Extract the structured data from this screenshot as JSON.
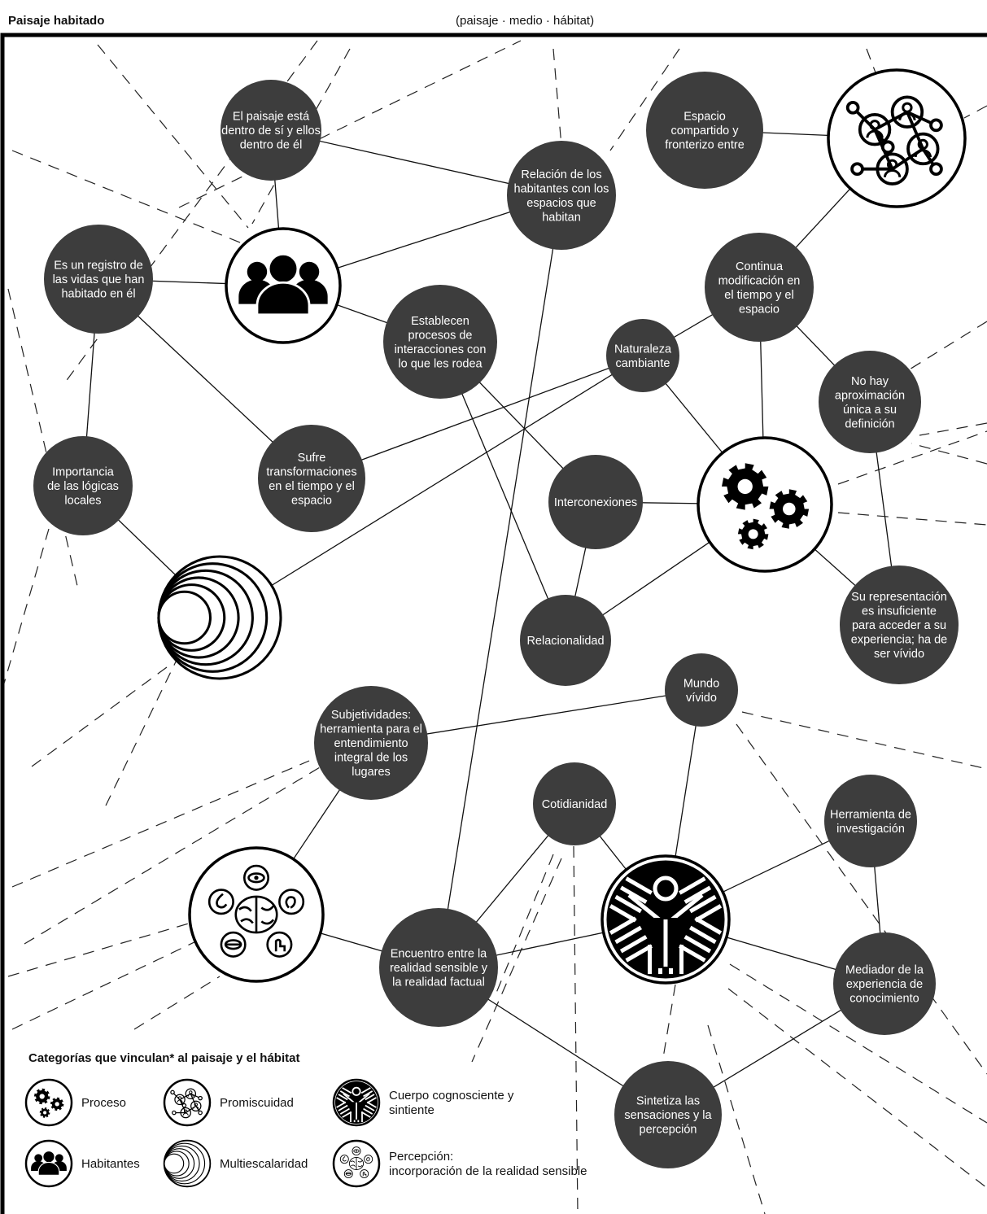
{
  "header": {
    "title": "Paisaje habitado",
    "subtitle": "(paisaje · medio · hábitat)"
  },
  "concepts": [
    {
      "id": "paisaje_dentro",
      "text": "El paisaje está dentro de sí y ellos dentro de él"
    },
    {
      "id": "relacion_habitantes",
      "text": "Relación de los habitantes con los espacios que habitan"
    },
    {
      "id": "espacio_compartido",
      "text": "Espacio compartido y fronterizo entre"
    },
    {
      "id": "registro_vidas",
      "text": "Es un registro de las vidas que han habitado en él"
    },
    {
      "id": "establecen",
      "text": "Establecen procesos de interacciones con lo que les rodea"
    },
    {
      "id": "continua",
      "text": "Continua modificación en el tiempo y el espacio"
    },
    {
      "id": "naturaleza",
      "text": "Naturaleza cambiante"
    },
    {
      "id": "no_hay",
      "text": "No hay aproximación única a su definición"
    },
    {
      "id": "importancia",
      "text": "Importancia de las lógicas locales"
    },
    {
      "id": "sufre",
      "text": "Sufre transformaciones en el tiempo y el espacio"
    },
    {
      "id": "interconexiones",
      "text": "Interconexiones"
    },
    {
      "id": "relacionalidad",
      "text": "Relacionalidad"
    },
    {
      "id": "su_representacion",
      "text": "Su representación es insuficiente para acceder a su experiencia; ha de ser vívido"
    },
    {
      "id": "mundo_vivido",
      "text": "Mundo vívido"
    },
    {
      "id": "subjetividades",
      "text": "Subjetividades: herramienta para el entendimiento integral de los lugares"
    },
    {
      "id": "cotidianidad",
      "text": "Cotidianidad"
    },
    {
      "id": "herramienta",
      "text": "Herramienta de investigación"
    },
    {
      "id": "encuentro",
      "text": "Encuentro entre la realidad sensible y la realidad factual"
    },
    {
      "id": "mediador",
      "text": "Mediador de la experiencia de conocimiento"
    },
    {
      "id": "sintetiza",
      "text": "Sintetiza las sensaciones y la percepción"
    }
  ],
  "category_nodes": [
    {
      "id": "habitantes",
      "icon": "people-icon"
    },
    {
      "id": "promiscuidad",
      "icon": "network-people-icon"
    },
    {
      "id": "proceso",
      "icon": "gears-icon"
    },
    {
      "id": "multiescalaridad",
      "icon": "concentric-circles-icon"
    },
    {
      "id": "percepcion",
      "icon": "senses-brain-icon"
    },
    {
      "id": "cuerpo",
      "icon": "cognizant-body-icon"
    }
  ],
  "edges": [
    [
      "paisaje_dentro",
      "habitantes"
    ],
    [
      "paisaje_dentro",
      "relacion_habitantes"
    ],
    [
      "relacion_habitantes",
      "habitantes"
    ],
    [
      "registro_vidas",
      "habitantes"
    ],
    [
      "habitantes",
      "establecen"
    ],
    [
      "espacio_compartido",
      "promiscuidad"
    ],
    [
      "promiscuidad",
      "continua"
    ],
    [
      "continua",
      "naturaleza"
    ],
    [
      "continua",
      "no_hay"
    ],
    [
      "continua",
      "proceso"
    ],
    [
      "naturaleza",
      "proceso"
    ],
    [
      "naturaleza",
      "sufre"
    ],
    [
      "naturaleza",
      "multiescalaridad"
    ],
    [
      "registro_vidas",
      "importancia"
    ],
    [
      "registro_vidas",
      "sufre"
    ],
    [
      "importancia",
      "multiescalaridad"
    ],
    [
      "establecen",
      "interconexiones"
    ],
    [
      "establecen",
      "relacionalidad"
    ],
    [
      "interconexiones",
      "proceso"
    ],
    [
      "interconexiones",
      "relacionalidad"
    ],
    [
      "relacionalidad",
      "proceso"
    ],
    [
      "no_hay",
      "su_representacion"
    ],
    [
      "proceso",
      "su_representacion"
    ],
    [
      "relacion_habitantes",
      "encuentro"
    ],
    [
      "mundo_vivido",
      "subjetividades"
    ],
    [
      "mundo_vivido",
      "cuerpo"
    ],
    [
      "subjetividades",
      "percepcion"
    ],
    [
      "percepcion",
      "encuentro"
    ],
    [
      "cotidianidad",
      "encuentro"
    ],
    [
      "cotidianidad",
      "cuerpo"
    ],
    [
      "encuentro",
      "cuerpo"
    ],
    [
      "encuentro",
      "sintetiza"
    ],
    [
      "herramienta",
      "cuerpo"
    ],
    [
      "herramienta",
      "mediador"
    ],
    [
      "cuerpo",
      "mediador"
    ],
    [
      "mediador",
      "sintetiza"
    ]
  ],
  "legend": {
    "title": "Categorías que vinculan* al paisaje y el hábitat",
    "items": [
      {
        "icon": "gears-icon",
        "label": "Proceso"
      },
      {
        "icon": "network-people-icon",
        "label": "Promiscuidad"
      },
      {
        "icon": "cognizant-body-icon",
        "label": "Cuerpo cognosciente y sintiente"
      },
      {
        "icon": "people-icon",
        "label": "Habitantes"
      },
      {
        "icon": "concentric-circles-icon",
        "label": "Multiescalaridad"
      },
      {
        "icon": "senses-brain-icon",
        "label": "Percepción: incorporación de la realidad sensible"
      }
    ]
  },
  "colors": {
    "node_fill": "#3d3d3d",
    "node_text": "#ffffff",
    "line": "#111111",
    "background": "#ffffff"
  }
}
